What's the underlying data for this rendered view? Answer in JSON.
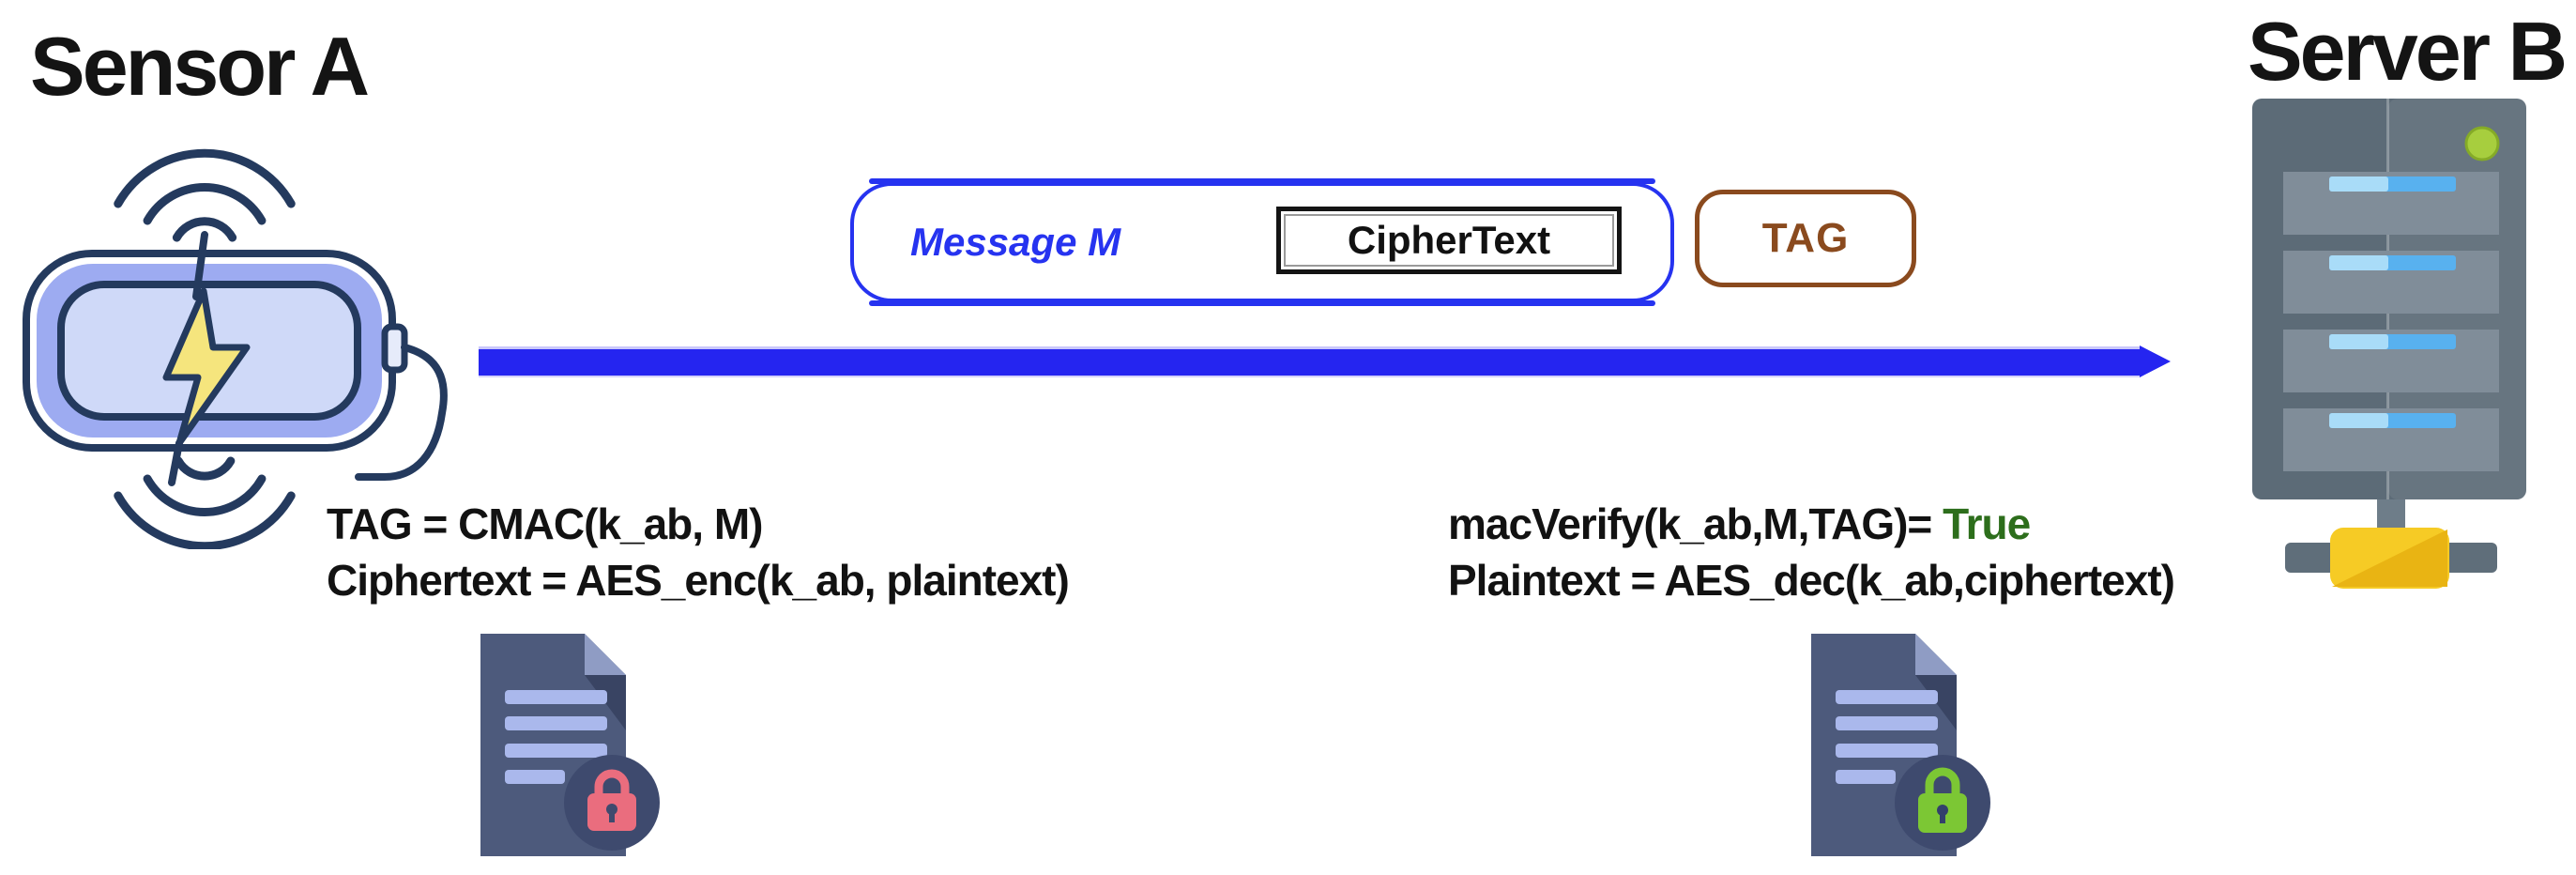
{
  "nodes": {
    "sensor": {
      "label": "Sensor A"
    },
    "server": {
      "label": "Server B"
    }
  },
  "message": {
    "label": "Message M",
    "ciphertext_label": "CipherText",
    "tag_label": "TAG"
  },
  "computations": {
    "sender_line1": "TAG = CMAC(k_ab, M)",
    "sender_line2": "Ciphertext = AES_enc(k_ab, plaintext)",
    "receiver_verify_prefix": "macVerify(k_ab,M,TAG)= ",
    "receiver_verify_result": "True",
    "receiver_line2": "Plaintext = AES_dec(k_ab,ciphertext)"
  },
  "icons": {
    "sensor": "battery-wireless-sensor-icon",
    "server": "server-rack-icon",
    "sender_document": "document-with-red-lock-icon",
    "receiver_document": "document-with-green-lock-icon",
    "arrow": "right-arrow"
  },
  "colors": {
    "flow_blue": "#2525f0",
    "message_blue": "#2633f0",
    "tag_brown": "#8a4a1e",
    "true_green": "#2d6e1c",
    "lock_red": "#ea6d7e",
    "lock_green": "#7cc734",
    "text_black": "#141414"
  }
}
